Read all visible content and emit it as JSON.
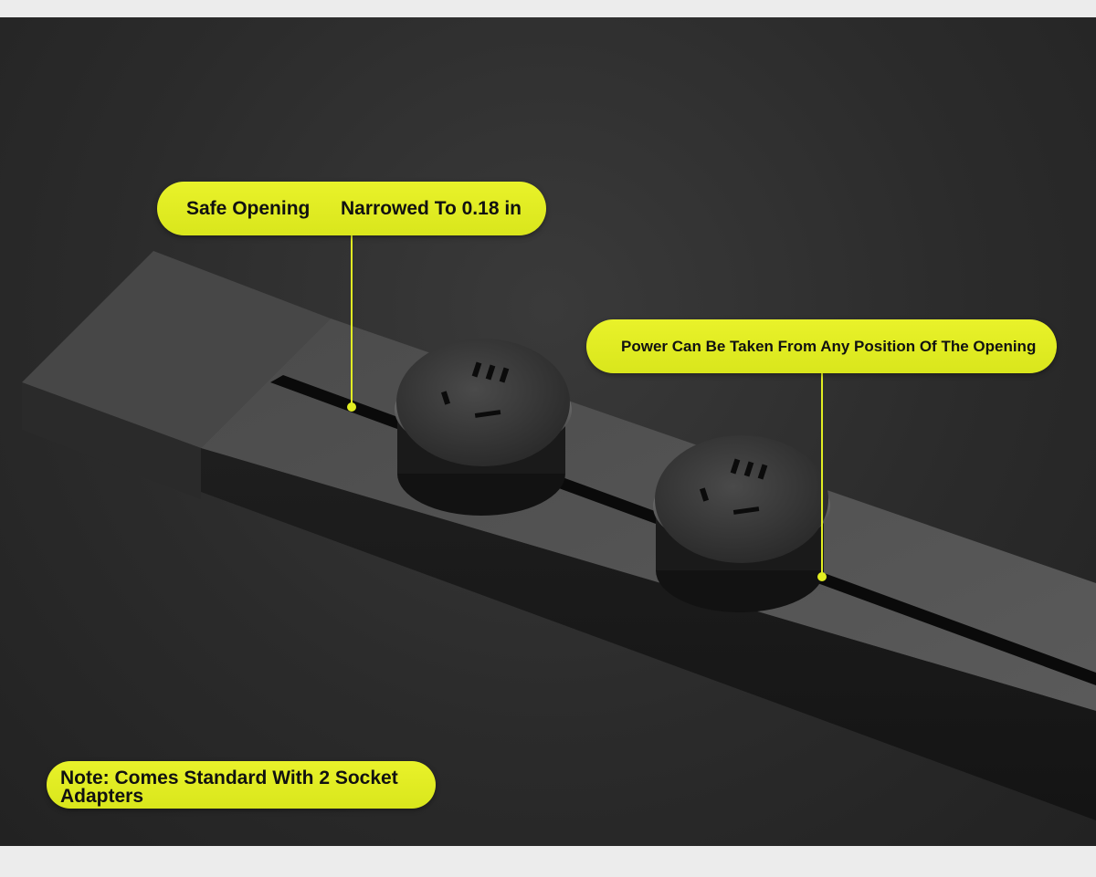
{
  "callouts": {
    "safe_opening_label": "Safe Opening",
    "safe_opening_value": "Narrowed To 0.18 in",
    "power_position": "Power Can Be Taken From Any Position Of The Opening",
    "note": "Note: Comes Standard With 2 Socket Adapters"
  },
  "colors": {
    "accent": "#e2ee22",
    "background": "#2b2b2b",
    "track": "#4a4a4a"
  },
  "icons": [
    "socket-adapter-icon",
    "socket-adapter-icon"
  ]
}
